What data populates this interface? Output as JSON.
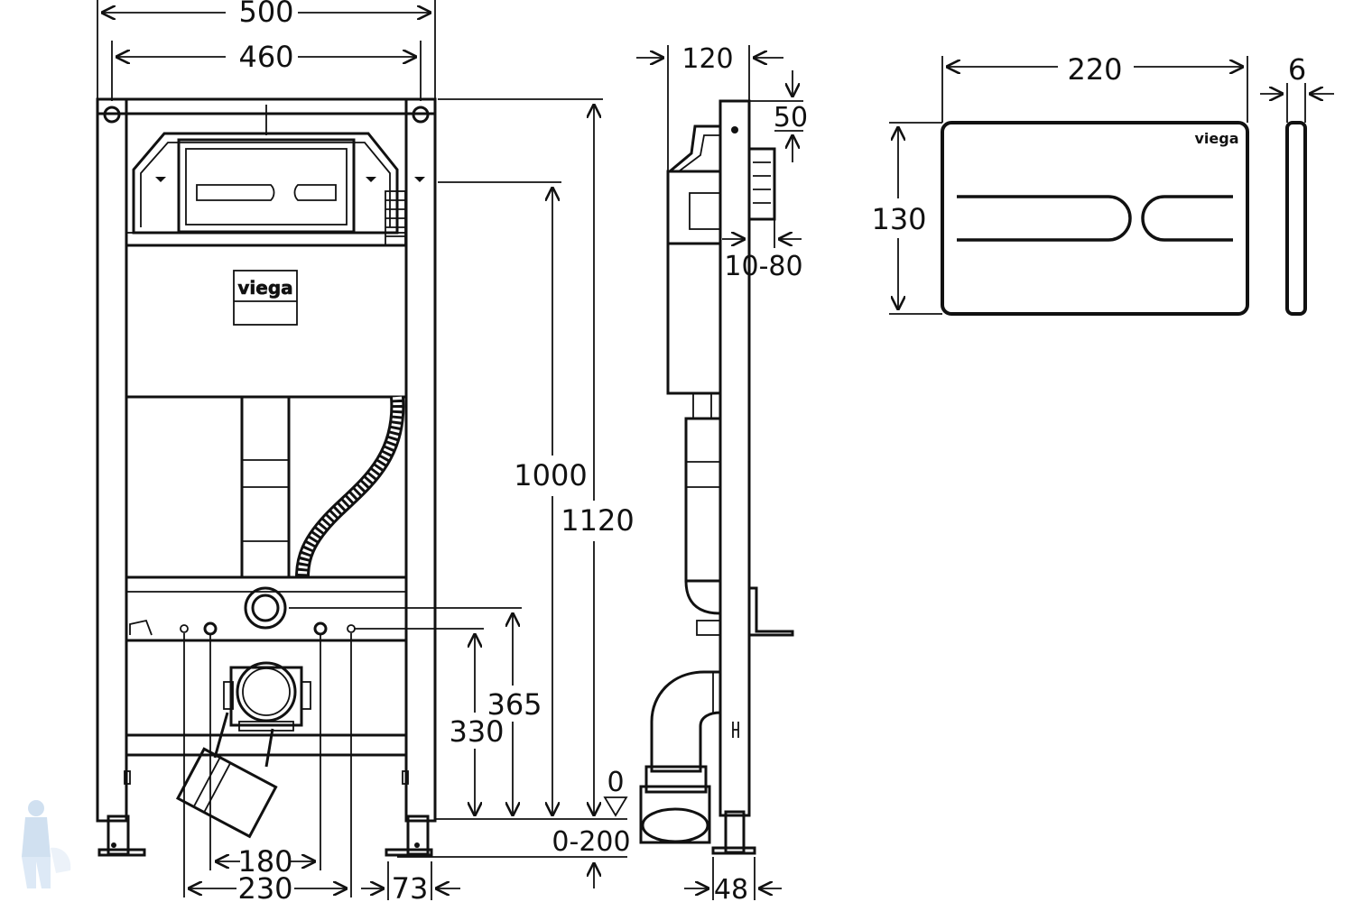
{
  "brand": "viega",
  "dimensions": {
    "front": {
      "width_outer": "500",
      "width_inner": "460",
      "height_1000": "1000",
      "height_1120": "1120",
      "height_365": "365",
      "height_330": "330",
      "floor_zero": "0",
      "floor_range": "0-200",
      "spacing_180": "180",
      "spacing_230": "230",
      "offset_73": "73"
    },
    "side": {
      "depth_120": "120",
      "top_50": "50",
      "wall_10_80": "10-80",
      "foot_48": "48"
    },
    "plate": {
      "width": "220",
      "height": "130",
      "thickness": "6"
    }
  }
}
